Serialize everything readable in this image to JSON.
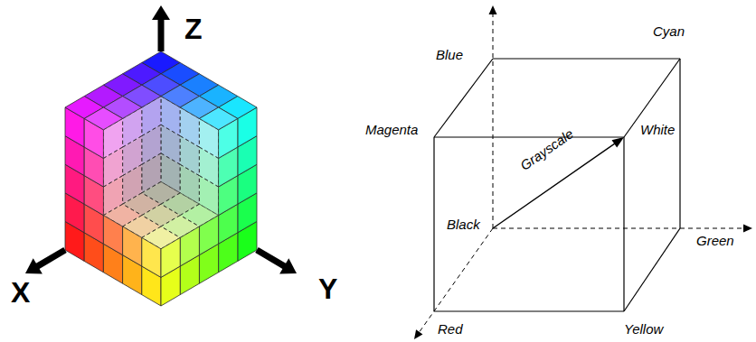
{
  "diagram": {
    "labels": [
      "Z",
      "X",
      "Y",
      "Blue",
      "Cyan",
      "Magenta",
      "White",
      "Grayscale",
      "Black",
      "Green",
      "Red",
      "Yellow"
    ]
  }
}
